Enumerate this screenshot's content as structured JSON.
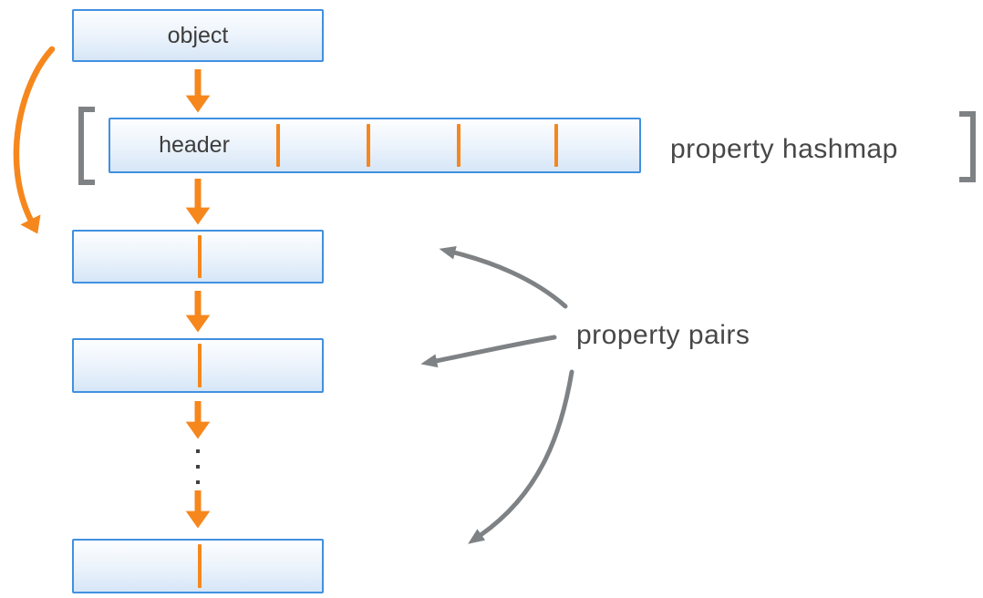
{
  "diagram": {
    "object_label": "object",
    "header_label": "header",
    "hashmap_caption": "property hashmap",
    "pairs_caption": "property pairs",
    "hashmap_slot_count": 5,
    "property_pair_boxes": 3,
    "colors": {
      "accent_orange": "#F6871D",
      "box_border": "#4190E0",
      "box_fill_top": "#FDFEFF",
      "box_fill_bottom": "#D6E6F7",
      "line_gray": "#7F8285",
      "text_color": "#3D3D3D"
    }
  }
}
